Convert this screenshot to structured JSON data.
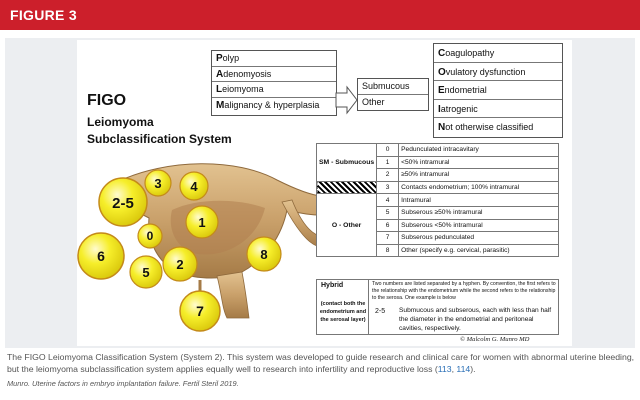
{
  "header": {
    "label": "FIGURE 3"
  },
  "title": {
    "line1": "FIGO",
    "line2": "Leiomyoma",
    "line3": "Subclassification System"
  },
  "left_box": [
    {
      "initial": "P",
      "rest": "olyp"
    },
    {
      "initial": "A",
      "rest": "denomyosis"
    },
    {
      "initial": "L",
      "rest": "eiomyoma"
    },
    {
      "initial": "M",
      "rest": "alignancy & hyperplasia"
    }
  ],
  "middle_box": [
    "Submucous",
    "Other"
  ],
  "right_box": [
    {
      "initial": "C",
      "rest": "oagulopathy"
    },
    {
      "initial": "O",
      "rest": "vulatory dysfunction"
    },
    {
      "initial": "E",
      "rest": "ndometrial"
    },
    {
      "initial": "I",
      "rest": "atrogenic"
    },
    {
      "initial": "N",
      "rest": "ot otherwise classified"
    }
  ],
  "classification_table": {
    "sm_label": "SM - Submucous",
    "o_label": "O - Other",
    "rows": [
      {
        "num": "0",
        "desc": "Pedunculated intracavitary"
      },
      {
        "num": "1",
        "desc": "<50% intramural"
      },
      {
        "num": "2",
        "desc": "≥50% intramural"
      },
      {
        "num": "3",
        "desc": "Contacts endometrium; 100% intramural"
      },
      {
        "num": "4",
        "desc": "Intramural"
      },
      {
        "num": "5",
        "desc": "Subserous ≥50% intramural"
      },
      {
        "num": "6",
        "desc": "Subserous <50% intramural"
      },
      {
        "num": "7",
        "desc": "Subserous pedunculated"
      },
      {
        "num": "8",
        "desc": "Other (specify e.g. cervical, parasitic)"
      }
    ]
  },
  "hybrid": {
    "label": "Hybrid",
    "sub": "(contact both the endometrium and the serosal layer)",
    "note": "Two numbers are listed separated by a hyphen. By convention, the first refers to the relationship with the endometrium while the second refers to the relationship to the serosa. One example is below",
    "code": "2-5",
    "desc": "Submucous and subserous, each with less than half the diameter in the endometrial and peritoneal cavities, respectively."
  },
  "signature": "© Malcolm G. Munro MD",
  "fibroids": [
    {
      "label": "2-5"
    },
    {
      "label": "3"
    },
    {
      "label": "4"
    },
    {
      "label": "1"
    },
    {
      "label": "0"
    },
    {
      "label": "6"
    },
    {
      "label": "5"
    },
    {
      "label": "2"
    },
    {
      "label": "8"
    },
    {
      "label": "7"
    }
  ],
  "caption": {
    "text": "The FIGO Leiomyoma Classification System (System 2). This system was developed to guide research and clinical care for women with abnormal uterine bleeding, but the leiomyoma subclassification system applies equally well to research into infertility and reproductive loss (",
    "ref1": "113",
    "sep": ", ",
    "ref2": "114",
    "end": ")."
  },
  "citation": "Munro. Uterine factors in embryo implantation failure. Fertil Steril 2019.",
  "colors": {
    "header": "#cc1f2b",
    "uterus": "#c9a06a",
    "fibroid": "#f4ec1c",
    "ref_link": "#2a6fb6"
  }
}
